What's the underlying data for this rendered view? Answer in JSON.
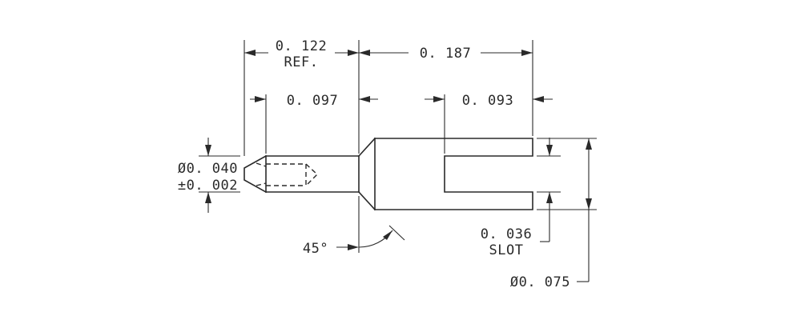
{
  "dimensions": {
    "ref_length": "0. 122",
    "ref_label": "REF.",
    "body_length": "0. 187",
    "pin_length": "0. 097",
    "slot_depth": "0. 093",
    "pin_diameter": "Ø0. 040",
    "pin_tolerance": "±0. 002",
    "chamfer_angle": "45°",
    "slot_width": "0. 036",
    "slot_label": "SLOT",
    "body_diameter": "Ø0. 075"
  }
}
